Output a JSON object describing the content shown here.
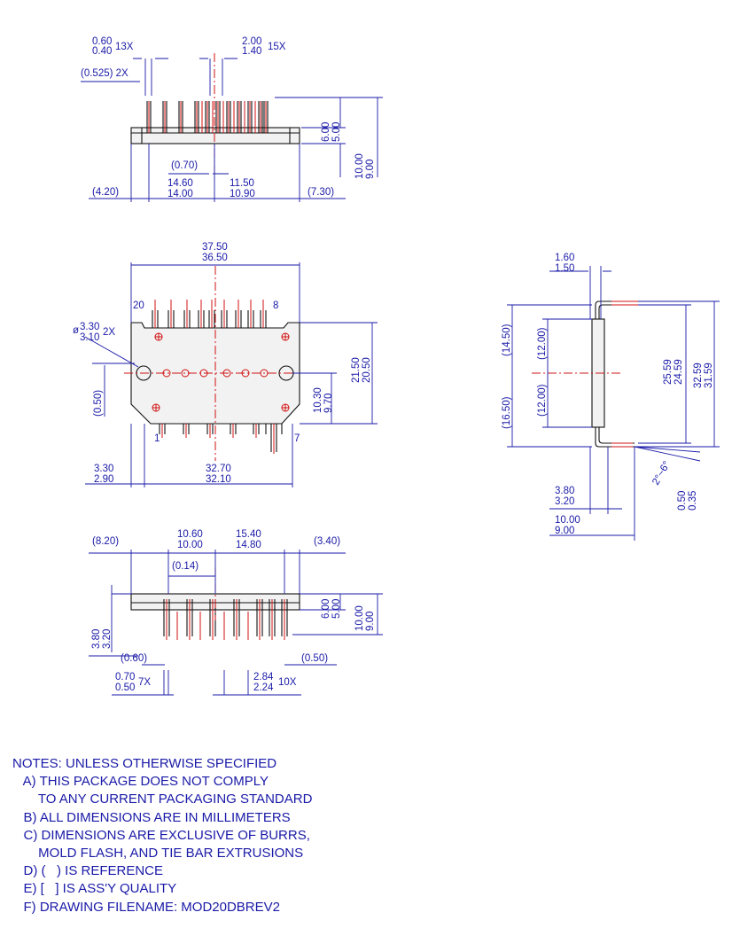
{
  "top_view": {
    "d1": [
      "0.60",
      "0.40",
      "13X"
    ],
    "d2": [
      "2.00",
      "1.40",
      "15X"
    ],
    "d3": "(0.525) 2X",
    "d4": "(0.70)",
    "d5": [
      "14.60",
      "14.00"
    ],
    "d6": [
      "11.50",
      "10.90"
    ],
    "d7": "(4.20)",
    "d8": "(7.30)",
    "d9": [
      "6.00",
      "5.00"
    ],
    "d10": [
      "10.00",
      "9.00"
    ]
  },
  "front_view": {
    "width": [
      "37.50",
      "36.50"
    ],
    "hole": [
      "3.30",
      "3.10",
      "2X"
    ],
    "pin_20": "20",
    "pin_8": "8",
    "pin_1": "1",
    "pin_7": "7",
    "ref_050": "(0.50)",
    "height": [
      "21.50",
      "20.50"
    ],
    "half_h": [
      "10.30",
      "9.70"
    ],
    "left_off": [
      "3.30",
      "2.90"
    ],
    "pitch_w": [
      "32.70",
      "32.10"
    ]
  },
  "side_view": {
    "thick": [
      "1.60",
      "1.50"
    ],
    "r1": "(14.50)",
    "r2": "(12.00)",
    "r3": "(12.00)",
    "r4": "(16.50)",
    "lead_span": [
      "25.59",
      "24.59"
    ],
    "total_span": [
      "32.59",
      "31.59"
    ],
    "angle": "2°~6°",
    "lead_t": [
      "0.50",
      "0.35"
    ],
    "h1": [
      "3.80",
      "3.20"
    ],
    "h2": [
      "10.00",
      "9.00"
    ]
  },
  "bottom_view": {
    "l1": "(8.20)",
    "l2": [
      "10.60",
      "10.00"
    ],
    "l3": [
      "15.40",
      "14.80"
    ],
    "l4": "(3.40)",
    "l5": "(0.14)",
    "l6": [
      "6.00",
      "5.00"
    ],
    "l7": [
      "10.00",
      "9.00"
    ],
    "l8": [
      "3.80",
      "3.20"
    ],
    "l9": "(0.60)",
    "l10": "(0.50)",
    "l11": [
      "0.70",
      "0.50",
      "7X"
    ],
    "l12": [
      "2.84",
      "2.24",
      "10X"
    ]
  },
  "notes": [
    "NOTES: UNLESS OTHERWISE SPECIFIED",
    "   A) THIS PACKAGE DOES NOT COMPLY",
    "       TO ANY CURRENT PACKAGING STANDARD",
    "   B) ALL DIMENSIONS ARE IN MILLIMETERS",
    "   C) DIMENSIONS ARE EXCLUSIVE OF BURRS,",
    "       MOLD FLASH, AND TIE BAR EXTRUSIONS",
    "   D) (   ) IS REFERENCE",
    "   E) [   ] IS ASS'Y QUALITY",
    "   F) DRAWING FILENAME: MOD20DBREV2"
  ]
}
